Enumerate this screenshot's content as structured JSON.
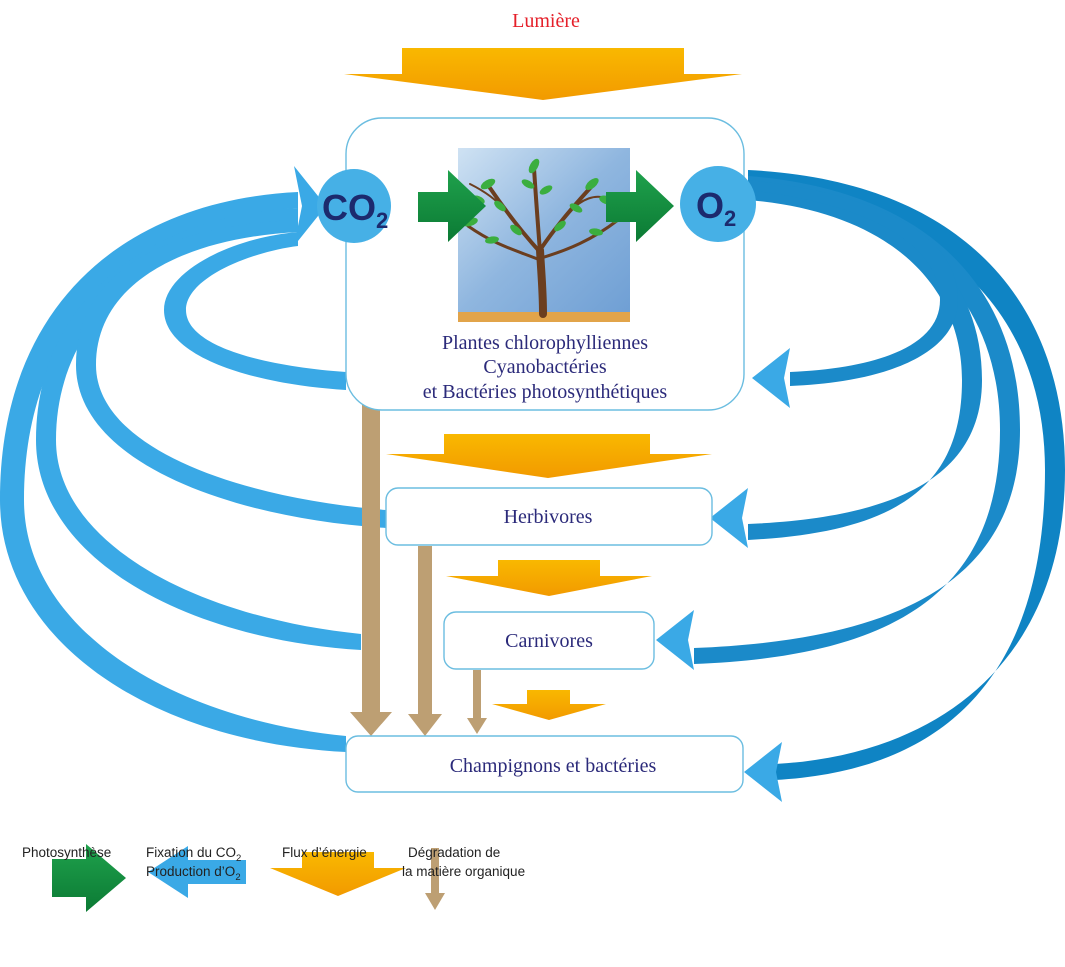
{
  "title": "Lumière",
  "colors": {
    "co2_arrow": "#3aa9e6",
    "o2_arrow": "#1b8ac9",
    "energy": "#f6ad00",
    "photosynthesis": "#10893a",
    "degradation": "#bd9f73",
    "box_border": "#6bbde0",
    "label": "#2b2a7a",
    "title": "#e5202a"
  },
  "molecules": {
    "co2": {
      "base": "CO",
      "sub": "2"
    },
    "o2": {
      "base": "O",
      "sub": "2"
    }
  },
  "producers": {
    "icon": "tree-icon",
    "lines": [
      "Plantes chlorophylliennes",
      "Cyanobactéries",
      "et Bactéries photosynthétiques"
    ]
  },
  "herbivores": "Herbivores",
  "carnivores": "Carnivores",
  "decomposers": "Champignons et bactéries",
  "legend": {
    "photosynthesis": {
      "icon": "green-arrow-icon",
      "label": "Photosynthèse"
    },
    "fixation": {
      "icon": "blue-arrow-icon",
      "line1_base": "Fixation du CO",
      "line1_sub": "2",
      "line2_base": "Production d’O",
      "line2_sub": "2"
    },
    "energy": {
      "icon": "energy-arrow-icon",
      "label": "Flux d’énergie"
    },
    "degradation": {
      "icon": "brown-arrow-icon",
      "line1": "Dégradation de",
      "line2": "la matière organique"
    }
  }
}
